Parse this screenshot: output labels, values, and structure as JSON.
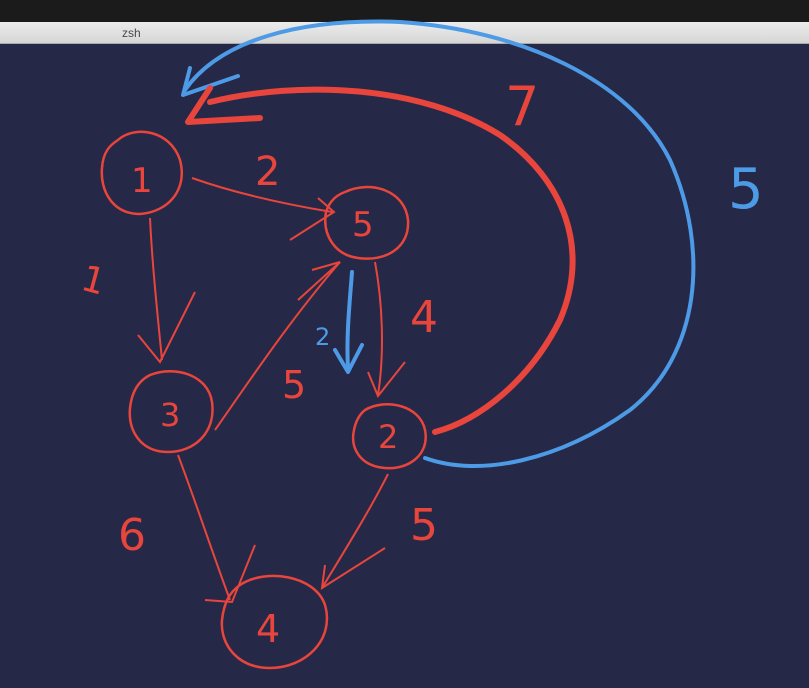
{
  "window": {
    "title": "zsh"
  },
  "colors": {
    "background": "#262848",
    "red_ink": "#e8453c",
    "blue_ink": "#4d9be6",
    "title_bar": "#e3e3e3"
  },
  "drawing": {
    "nodes": [
      {
        "id": "node-1",
        "label": "1"
      },
      {
        "id": "node-top-5",
        "label": "5"
      },
      {
        "id": "node-3",
        "label": "3"
      },
      {
        "id": "node-2",
        "label": "2"
      },
      {
        "id": "node-4",
        "label": "4"
      }
    ],
    "edge_weights": [
      {
        "id": "w-1-5",
        "label": "2",
        "color": "red"
      },
      {
        "id": "w-1-3",
        "label": "1",
        "color": "red"
      },
      {
        "id": "w-3-5",
        "label": "5",
        "color": "red"
      },
      {
        "id": "w-5-2-red",
        "label": "4",
        "color": "red"
      },
      {
        "id": "w-5-2-blue",
        "label": "2",
        "color": "blue"
      },
      {
        "id": "w-3-4",
        "label": "6",
        "color": "red"
      },
      {
        "id": "w-2-4",
        "label": "5",
        "color": "red"
      },
      {
        "id": "w-2-1-red",
        "label": "7",
        "color": "red"
      },
      {
        "id": "w-2-1-blue",
        "label": "5",
        "color": "blue"
      }
    ]
  }
}
